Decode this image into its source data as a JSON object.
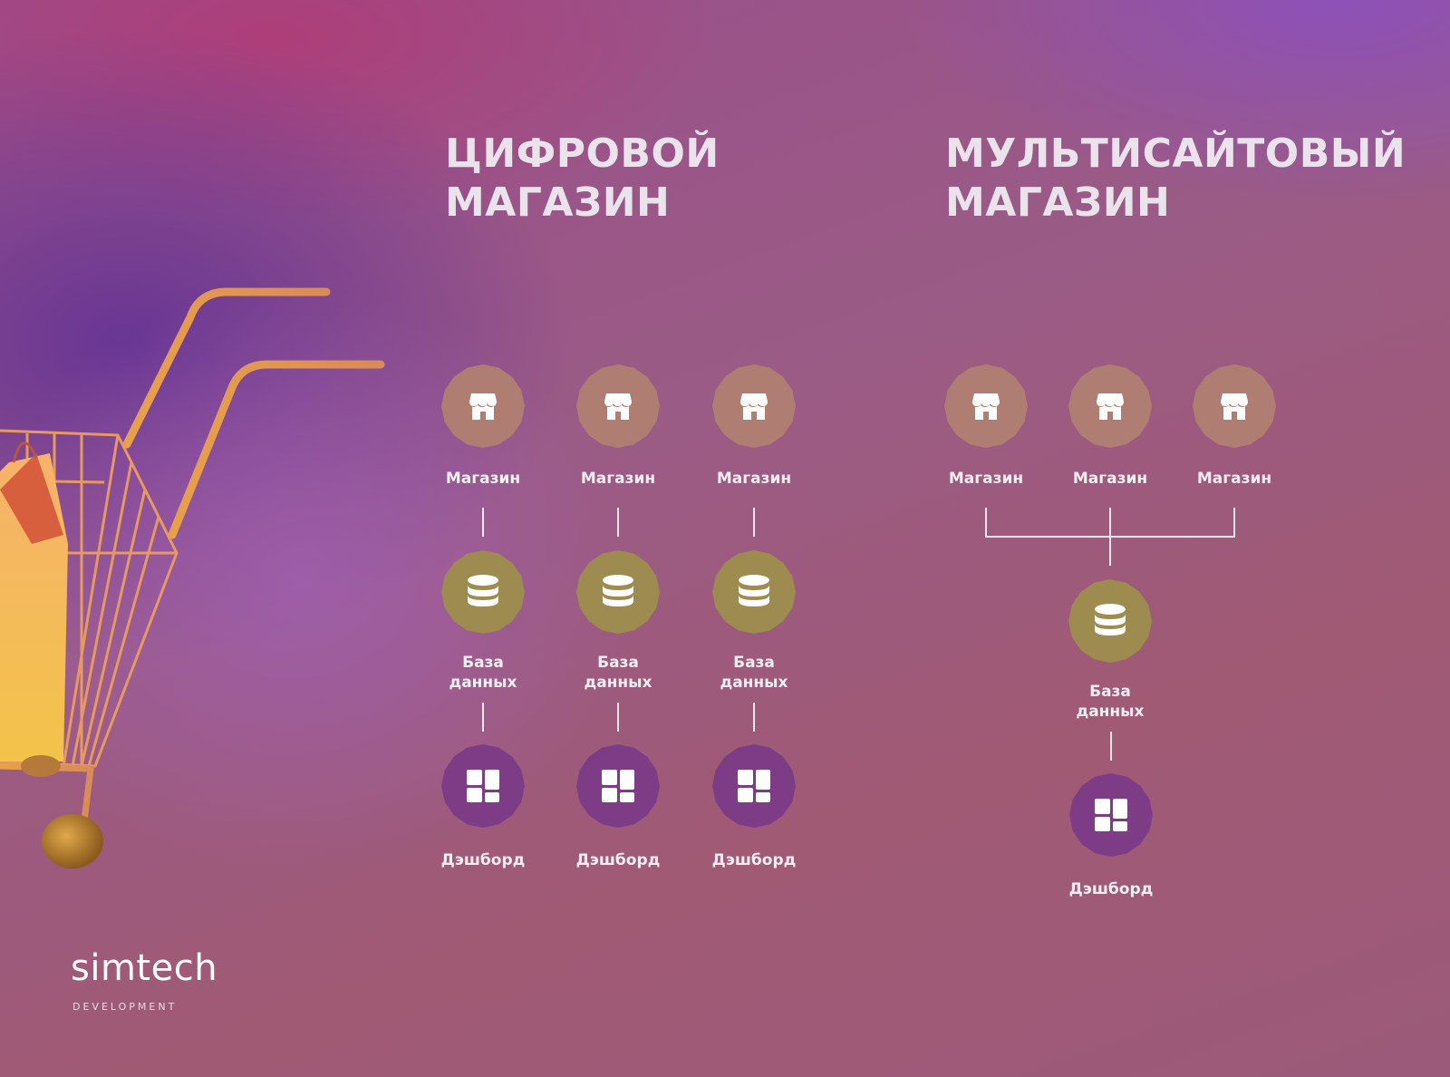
{
  "left_panel": {
    "title_line1": "ЦИФРОВОЙ",
    "title_line2": "МАГАЗИН",
    "columns": [
      {
        "store_label": "Магазин",
        "db_label_line1": "База",
        "db_label_line2": "данных",
        "dash_label": "Дэшборд"
      },
      {
        "store_label": "Магазин",
        "db_label_line1": "База",
        "db_label_line2": "данных",
        "dash_label": "Дэшборд"
      },
      {
        "store_label": "Магазин",
        "db_label_line1": "База",
        "db_label_line2": "данных",
        "dash_label": "Дэшборд"
      }
    ]
  },
  "right_panel": {
    "title_line1": "МУЛЬТИСАЙТОВЫЙ",
    "title_line2": "МАГАЗИН",
    "stores": [
      "Магазин",
      "Магазин",
      "Магазин"
    ],
    "db_label_line1": "База",
    "db_label_line2": "данных",
    "dash_label": "Дэшборд"
  },
  "logo": {
    "name": "simtech",
    "subtitle": "DEVELOPMENT"
  },
  "icons": {
    "store": "store-icon",
    "database": "database-icon",
    "dashboard": "dashboard-icon",
    "cart": "shopping-cart-icon"
  },
  "colors": {
    "store_badge": "#b07d72",
    "db_badge": "#9e8b50",
    "dash_badge": "#7e3c86",
    "title_text": "#ebe3ec"
  }
}
